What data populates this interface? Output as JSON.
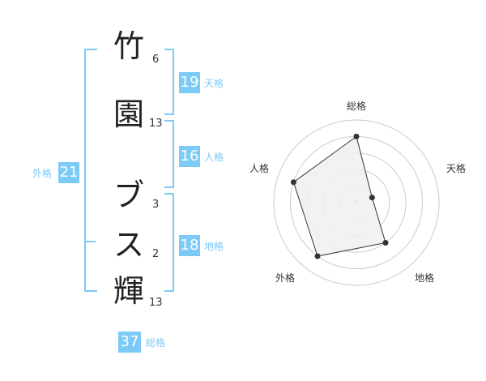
{
  "name_chars": [
    {
      "char": "竹",
      "strokes": "6"
    },
    {
      "char": "園",
      "strokes": "13"
    },
    {
      "char": "ブ",
      "strokes": "3"
    },
    {
      "char": "ス",
      "strokes": "2"
    },
    {
      "char": "輝",
      "strokes": "13"
    }
  ],
  "kakusu": {
    "ten": {
      "value": "19",
      "label": "天格"
    },
    "jin": {
      "value": "16",
      "label": "人格"
    },
    "chi": {
      "value": "18",
      "label": "地格"
    },
    "gai": {
      "value": "21",
      "label": "外格"
    },
    "sou": {
      "value": "37",
      "label": "総格"
    }
  },
  "chart_data": {
    "type": "radar",
    "axes": [
      "総格",
      "天格",
      "地格",
      "外格",
      "人格"
    ],
    "values": [
      4,
      1,
      3,
      4,
      4
    ],
    "range": [
      0,
      5
    ],
    "rings": 5,
    "grid": true,
    "colors": {
      "fill": "#f0f0f0",
      "stroke": "#333333",
      "grid": "#cccccc",
      "point": "#333333"
    }
  }
}
